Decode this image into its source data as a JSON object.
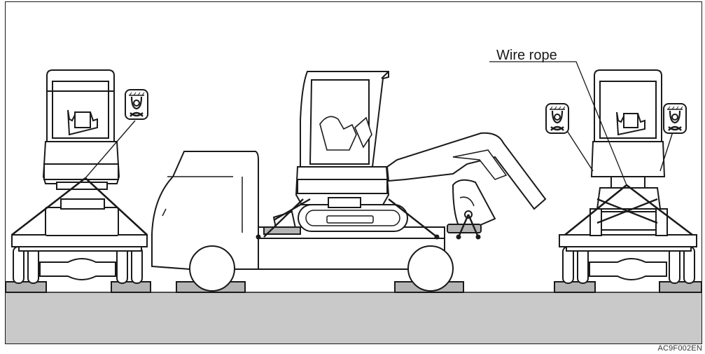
{
  "figure": {
    "callout_label": "Wire rope",
    "figure_code": "AC9F002EN"
  },
  "colors": {
    "ground": "#c9c9c9",
    "block": "#b4b4b4",
    "line": "#1a1a1a",
    "fill": "#ffffff"
  },
  "icons": [
    "excavator-rear-view",
    "excavator-side-view",
    "excavator-front-view",
    "truck-bed",
    "tie-down-symbol"
  ]
}
